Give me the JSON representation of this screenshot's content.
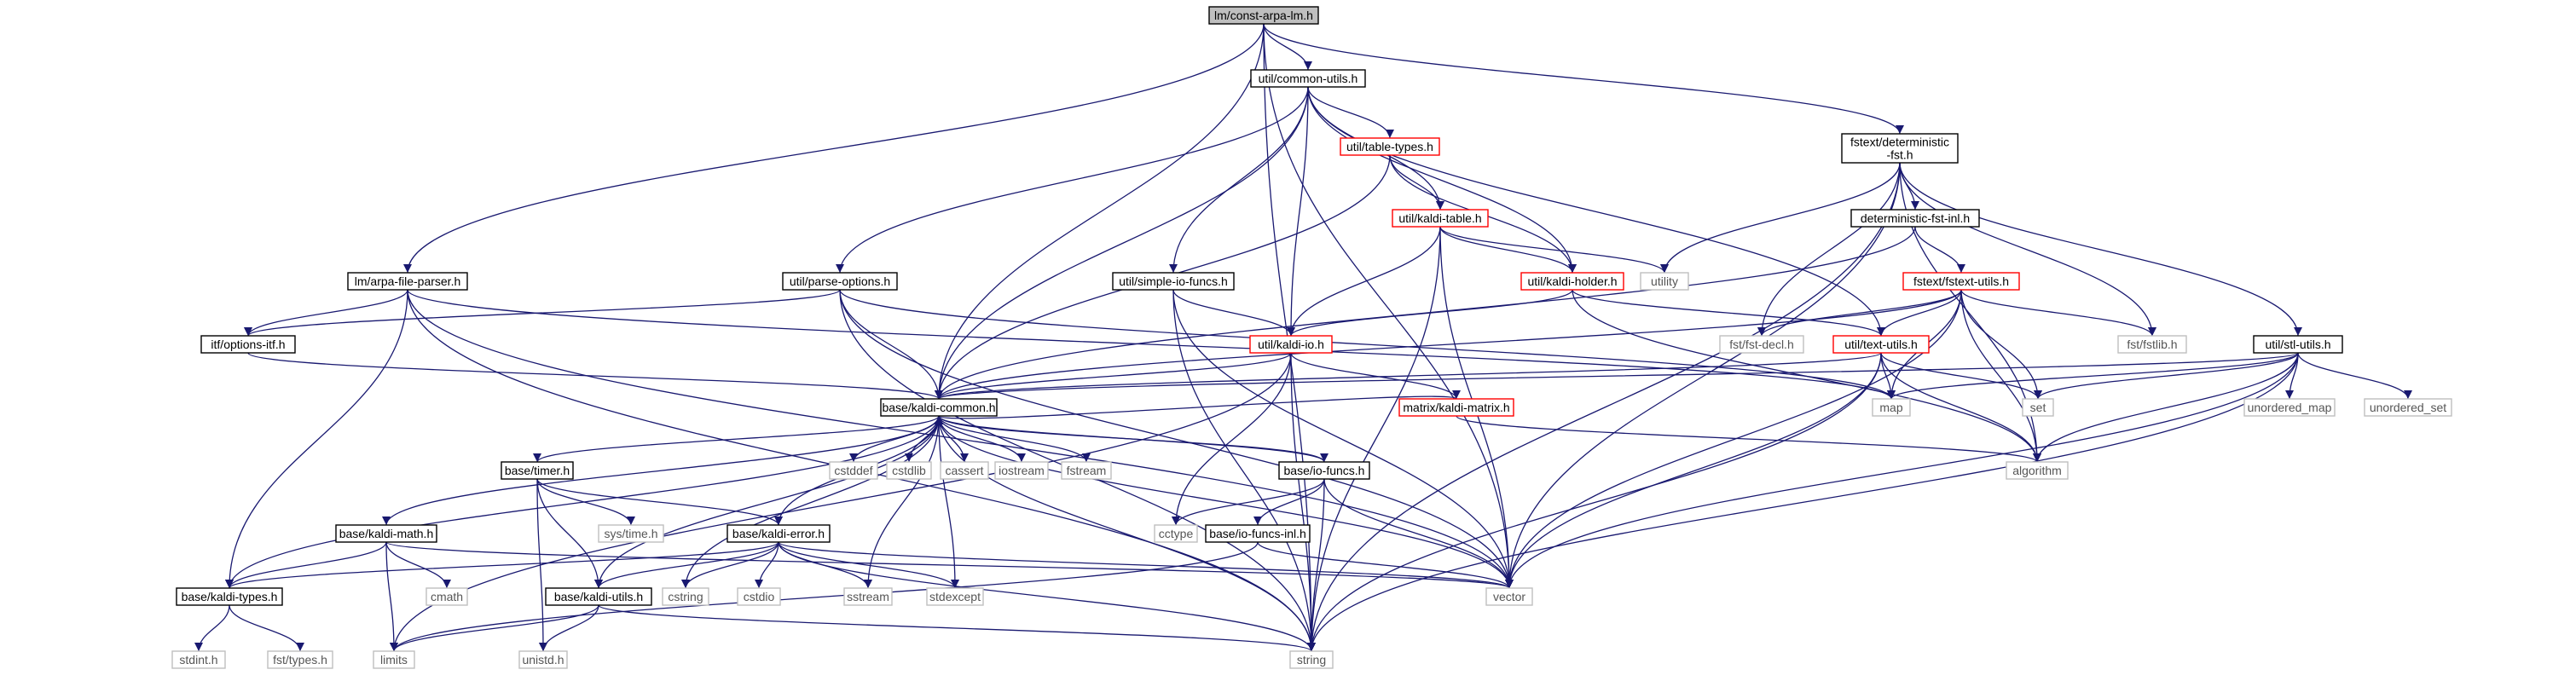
{
  "diagram": {
    "title": "lm/const-arpa-lm.h",
    "colors": {
      "edge": "#191970",
      "root_fill": "#bfbfbf",
      "node_border": "#000000",
      "red_border": "#ff0000",
      "system_border": "#bfbfbf",
      "system_text": "#555555"
    },
    "nodes": [
      {
        "id": "const_arpa_lm",
        "label": "lm/const-arpa-lm.h",
        "kind": "root"
      },
      {
        "id": "common_utils",
        "label": "util/common-utils.h",
        "kind": "doc"
      },
      {
        "id": "det_fst",
        "label": "fstext/deterministic\n-fst.h",
        "kind": "doc"
      },
      {
        "id": "table_types",
        "label": "util/table-types.h",
        "kind": "red"
      },
      {
        "id": "kaldi_table",
        "label": "util/kaldi-table.h",
        "kind": "red"
      },
      {
        "id": "det_fst_inl",
        "label": "deterministic-fst-inl.h",
        "kind": "doc"
      },
      {
        "id": "arpa_parser",
        "label": "lm/arpa-file-parser.h",
        "kind": "doc"
      },
      {
        "id": "parse_options",
        "label": "util/parse-options.h",
        "kind": "doc"
      },
      {
        "id": "simple_io",
        "label": "util/simple-io-funcs.h",
        "kind": "doc"
      },
      {
        "id": "kaldi_holder",
        "label": "util/kaldi-holder.h",
        "kind": "red"
      },
      {
        "id": "utility",
        "label": "utility",
        "kind": "sys"
      },
      {
        "id": "fstext_utils",
        "label": "fstext/fstext-utils.h",
        "kind": "red"
      },
      {
        "id": "options_itf",
        "label": "itf/options-itf.h",
        "kind": "doc"
      },
      {
        "id": "fst_decl",
        "label": "fst/fst-decl.h",
        "kind": "sys"
      },
      {
        "id": "kaldi_io",
        "label": "util/kaldi-io.h",
        "kind": "red"
      },
      {
        "id": "text_utils",
        "label": "util/text-utils.h",
        "kind": "red"
      },
      {
        "id": "fstlib",
        "label": "fst/fstlib.h",
        "kind": "sys"
      },
      {
        "id": "stl_utils",
        "label": "util/stl-utils.h",
        "kind": "doc"
      },
      {
        "id": "kaldi_common",
        "label": "base/kaldi-common.h",
        "kind": "doc"
      },
      {
        "id": "kaldi_matrix",
        "label": "matrix/kaldi-matrix.h",
        "kind": "red"
      },
      {
        "id": "map",
        "label": "map",
        "kind": "sys"
      },
      {
        "id": "set",
        "label": "set",
        "kind": "sys"
      },
      {
        "id": "unordered_map",
        "label": "unordered_map",
        "kind": "sys"
      },
      {
        "id": "unordered_set",
        "label": "unordered_set",
        "kind": "sys"
      },
      {
        "id": "timer",
        "label": "base/timer.h",
        "kind": "doc"
      },
      {
        "id": "cstddef",
        "label": "cstddef",
        "kind": "sys"
      },
      {
        "id": "cstdlib",
        "label": "cstdlib",
        "kind": "sys"
      },
      {
        "id": "cassert",
        "label": "cassert",
        "kind": "sys"
      },
      {
        "id": "iostream",
        "label": "iostream",
        "kind": "sys"
      },
      {
        "id": "fstream",
        "label": "fstream",
        "kind": "sys"
      },
      {
        "id": "io_funcs",
        "label": "base/io-funcs.h",
        "kind": "doc"
      },
      {
        "id": "algorithm",
        "label": "algorithm",
        "kind": "sys"
      },
      {
        "id": "sys_time",
        "label": "sys/time.h",
        "kind": "sys"
      },
      {
        "id": "kaldi_math",
        "label": "base/kaldi-math.h",
        "kind": "doc"
      },
      {
        "id": "kaldi_error",
        "label": "base/kaldi-error.h",
        "kind": "doc"
      },
      {
        "id": "cctype",
        "label": "cctype",
        "kind": "sys"
      },
      {
        "id": "io_funcs_inl",
        "label": "base/io-funcs-inl.h",
        "kind": "doc"
      },
      {
        "id": "cmath",
        "label": "cmath",
        "kind": "sys"
      },
      {
        "id": "cstring",
        "label": "cstring",
        "kind": "sys"
      },
      {
        "id": "cstdio",
        "label": "cstdio",
        "kind": "sys"
      },
      {
        "id": "sstream",
        "label": "sstream",
        "kind": "sys"
      },
      {
        "id": "stdexcept",
        "label": "stdexcept",
        "kind": "sys"
      },
      {
        "id": "vector",
        "label": "vector",
        "kind": "sys"
      },
      {
        "id": "kaldi_types",
        "label": "base/kaldi-types.h",
        "kind": "doc"
      },
      {
        "id": "kaldi_utils",
        "label": "base/kaldi-utils.h",
        "kind": "doc"
      },
      {
        "id": "stdint",
        "label": "stdint.h",
        "kind": "sys"
      },
      {
        "id": "fst_types",
        "label": "fst/types.h",
        "kind": "sys"
      },
      {
        "id": "limits",
        "label": "limits",
        "kind": "sys"
      },
      {
        "id": "unistd",
        "label": "unistd.h",
        "kind": "sys"
      },
      {
        "id": "string",
        "label": "string",
        "kind": "sys"
      }
    ],
    "edges": [
      [
        "const_arpa_lm",
        "common_utils"
      ],
      [
        "const_arpa_lm",
        "det_fst"
      ],
      [
        "const_arpa_lm",
        "arpa_parser"
      ],
      [
        "const_arpa_lm",
        "kaldi_common"
      ],
      [
        "const_arpa_lm",
        "vector"
      ],
      [
        "const_arpa_lm",
        "string"
      ],
      [
        "common_utils",
        "table_types"
      ],
      [
        "common_utils",
        "kaldi_table"
      ],
      [
        "common_utils",
        "kaldi_holder"
      ],
      [
        "common_utils",
        "parse_options"
      ],
      [
        "common_utils",
        "simple_io"
      ],
      [
        "common_utils",
        "kaldi_io"
      ],
      [
        "common_utils",
        "text_utils"
      ],
      [
        "common_utils",
        "kaldi_common"
      ],
      [
        "det_fst",
        "det_fst_inl"
      ],
      [
        "det_fst",
        "stl_utils"
      ],
      [
        "det_fst",
        "fstlib"
      ],
      [
        "det_fst",
        "fst_decl"
      ],
      [
        "det_fst",
        "utility"
      ],
      [
        "det_fst",
        "algorithm"
      ],
      [
        "det_fst",
        "vector"
      ],
      [
        "det_fst",
        "string"
      ],
      [
        "table_types",
        "kaldi_table"
      ],
      [
        "table_types",
        "kaldi_holder"
      ],
      [
        "table_types",
        "kaldi_common"
      ],
      [
        "kaldi_table",
        "kaldi_holder"
      ],
      [
        "kaldi_table",
        "utility"
      ],
      [
        "kaldi_table",
        "kaldi_io"
      ],
      [
        "kaldi_table",
        "vector"
      ],
      [
        "kaldi_table",
        "string"
      ],
      [
        "det_fst_inl",
        "fstext_utils"
      ],
      [
        "det_fst_inl",
        "kaldi_common"
      ],
      [
        "arpa_parser",
        "options_itf"
      ],
      [
        "arpa_parser",
        "kaldi_types"
      ],
      [
        "arpa_parser",
        "map"
      ],
      [
        "arpa_parser",
        "string"
      ],
      [
        "arpa_parser",
        "vector"
      ],
      [
        "parse_options",
        "options_itf"
      ],
      [
        "parse_options",
        "kaldi_common"
      ],
      [
        "parse_options",
        "map"
      ],
      [
        "parse_options",
        "vector"
      ],
      [
        "parse_options",
        "string"
      ],
      [
        "simple_io",
        "kaldi_io"
      ],
      [
        "simple_io",
        "vector"
      ],
      [
        "simple_io",
        "string"
      ],
      [
        "kaldi_holder",
        "kaldi_io"
      ],
      [
        "kaldi_holder",
        "text_utils"
      ],
      [
        "kaldi_holder",
        "algorithm"
      ],
      [
        "fstext_utils",
        "text_utils"
      ],
      [
        "fstext_utils",
        "fst_decl"
      ],
      [
        "fstext_utils",
        "fstlib"
      ],
      [
        "fstext_utils",
        "map"
      ],
      [
        "fstext_utils",
        "set"
      ],
      [
        "fstext_utils",
        "algorithm"
      ],
      [
        "fstext_utils",
        "vector"
      ],
      [
        "fstext_utils",
        "kaldi_common"
      ],
      [
        "options_itf",
        "kaldi_common"
      ],
      [
        "kaldi_io",
        "kaldi_common"
      ],
      [
        "kaldi_io",
        "kaldi_matrix"
      ],
      [
        "kaldi_io",
        "cctype"
      ],
      [
        "kaldi_io",
        "limits"
      ],
      [
        "kaldi_io",
        "string"
      ],
      [
        "text_utils",
        "kaldi_common"
      ],
      [
        "text_utils",
        "map"
      ],
      [
        "text_utils",
        "set"
      ],
      [
        "text_utils",
        "algorithm"
      ],
      [
        "text_utils",
        "vector"
      ],
      [
        "text_utils",
        "string"
      ],
      [
        "stl_utils",
        "kaldi_common"
      ],
      [
        "stl_utils",
        "map"
      ],
      [
        "stl_utils",
        "set"
      ],
      [
        "stl_utils",
        "unordered_map"
      ],
      [
        "stl_utils",
        "unordered_set"
      ],
      [
        "stl_utils",
        "algorithm"
      ],
      [
        "stl_utils",
        "vector"
      ],
      [
        "stl_utils",
        "string"
      ],
      [
        "kaldi_matrix",
        "algorithm"
      ],
      [
        "kaldi_matrix",
        "kaldi_common"
      ],
      [
        "kaldi_common",
        "timer"
      ],
      [
        "kaldi_common",
        "kaldi_math"
      ],
      [
        "kaldi_common",
        "kaldi_error"
      ],
      [
        "kaldi_common",
        "io_funcs"
      ],
      [
        "kaldi_common",
        "kaldi_types"
      ],
      [
        "kaldi_common",
        "kaldi_utils"
      ],
      [
        "kaldi_common",
        "cstddef"
      ],
      [
        "kaldi_common",
        "cstdlib"
      ],
      [
        "kaldi_common",
        "cassert"
      ],
      [
        "kaldi_common",
        "iostream"
      ],
      [
        "kaldi_common",
        "fstream"
      ],
      [
        "kaldi_common",
        "cstring"
      ],
      [
        "kaldi_common",
        "sstream"
      ],
      [
        "kaldi_common",
        "stdexcept"
      ],
      [
        "kaldi_common",
        "vector"
      ],
      [
        "kaldi_common",
        "string"
      ],
      [
        "timer",
        "sys_time"
      ],
      [
        "timer",
        "kaldi_error"
      ],
      [
        "timer",
        "kaldi_utils"
      ],
      [
        "timer",
        "unistd"
      ],
      [
        "io_funcs",
        "io_funcs_inl"
      ],
      [
        "io_funcs",
        "kaldi_common"
      ],
      [
        "io_funcs",
        "cctype"
      ],
      [
        "io_funcs",
        "vector"
      ],
      [
        "io_funcs",
        "string"
      ],
      [
        "io_funcs_inl",
        "vector"
      ],
      [
        "io_funcs_inl",
        "limits"
      ],
      [
        "kaldi_math",
        "kaldi_types"
      ],
      [
        "kaldi_math",
        "cmath"
      ],
      [
        "kaldi_math",
        "limits"
      ],
      [
        "kaldi_math",
        "vector"
      ],
      [
        "kaldi_error",
        "kaldi_types"
      ],
      [
        "kaldi_error",
        "kaldi_utils"
      ],
      [
        "kaldi_error",
        "cstring"
      ],
      [
        "kaldi_error",
        "cstdio"
      ],
      [
        "kaldi_error",
        "sstream"
      ],
      [
        "kaldi_error",
        "stdexcept"
      ],
      [
        "kaldi_error",
        "vector"
      ],
      [
        "kaldi_error",
        "string"
      ],
      [
        "kaldi_types",
        "stdint"
      ],
      [
        "kaldi_types",
        "fst_types"
      ],
      [
        "kaldi_utils",
        "limits"
      ],
      [
        "kaldi_utils",
        "unistd"
      ],
      [
        "kaldi_utils",
        "string"
      ]
    ]
  }
}
